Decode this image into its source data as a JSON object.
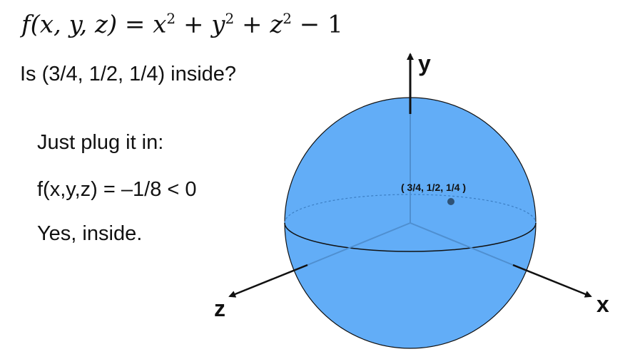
{
  "formula": {
    "lhs": "f(x, y, z) = ",
    "x": "x",
    "x_exp": "2",
    "plus1": " + ",
    "y": "y",
    "y_exp": "2",
    "plus2": " + ",
    "z": "z",
    "z_exp": "2",
    "tail": " − 1"
  },
  "question": "Is (3/4, 1/2, 1/4) inside?",
  "solution": {
    "line1": "Just plug it in:",
    "line2": "f(x,y,z) = –1/8 < 0",
    "line3": "Yes, inside."
  },
  "diagram": {
    "axes": {
      "x": "x",
      "y": "y",
      "z": "z"
    },
    "point_label": "( 3/4, 1/2, 1/4 )",
    "colors": {
      "sphere": "#62adf7",
      "axis": "#111111",
      "inner_axis": "#4f8fd0",
      "point": "#2f5275"
    }
  }
}
